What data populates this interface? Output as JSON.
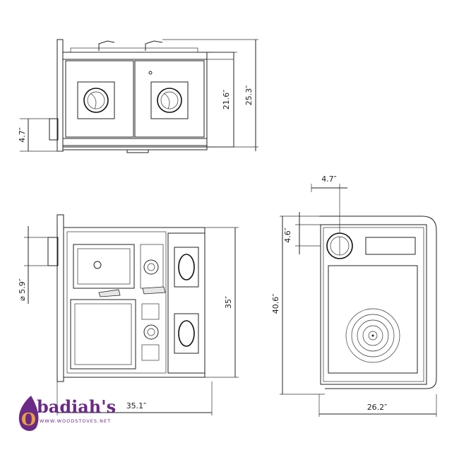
{
  "dimensions": {
    "top_height_inner": "21.6″",
    "top_height_outer": "25.3″",
    "top_flue_offset": "4.7″",
    "plan_depth": "35″",
    "plan_flue_diameter": "⌀ 5.9″",
    "plan_width": "35.1″",
    "side_flue_offset": "4.7″",
    "side_flue_height": "4.6″",
    "side_height": "40.6″",
    "side_width": "26.2″"
  },
  "logo": {
    "name": "badiah's",
    "initial": "O",
    "url": "WWW.WOODSTOVES.NET",
    "colors": {
      "brand": "#6a2a86",
      "accent": "#e8a23a"
    }
  }
}
